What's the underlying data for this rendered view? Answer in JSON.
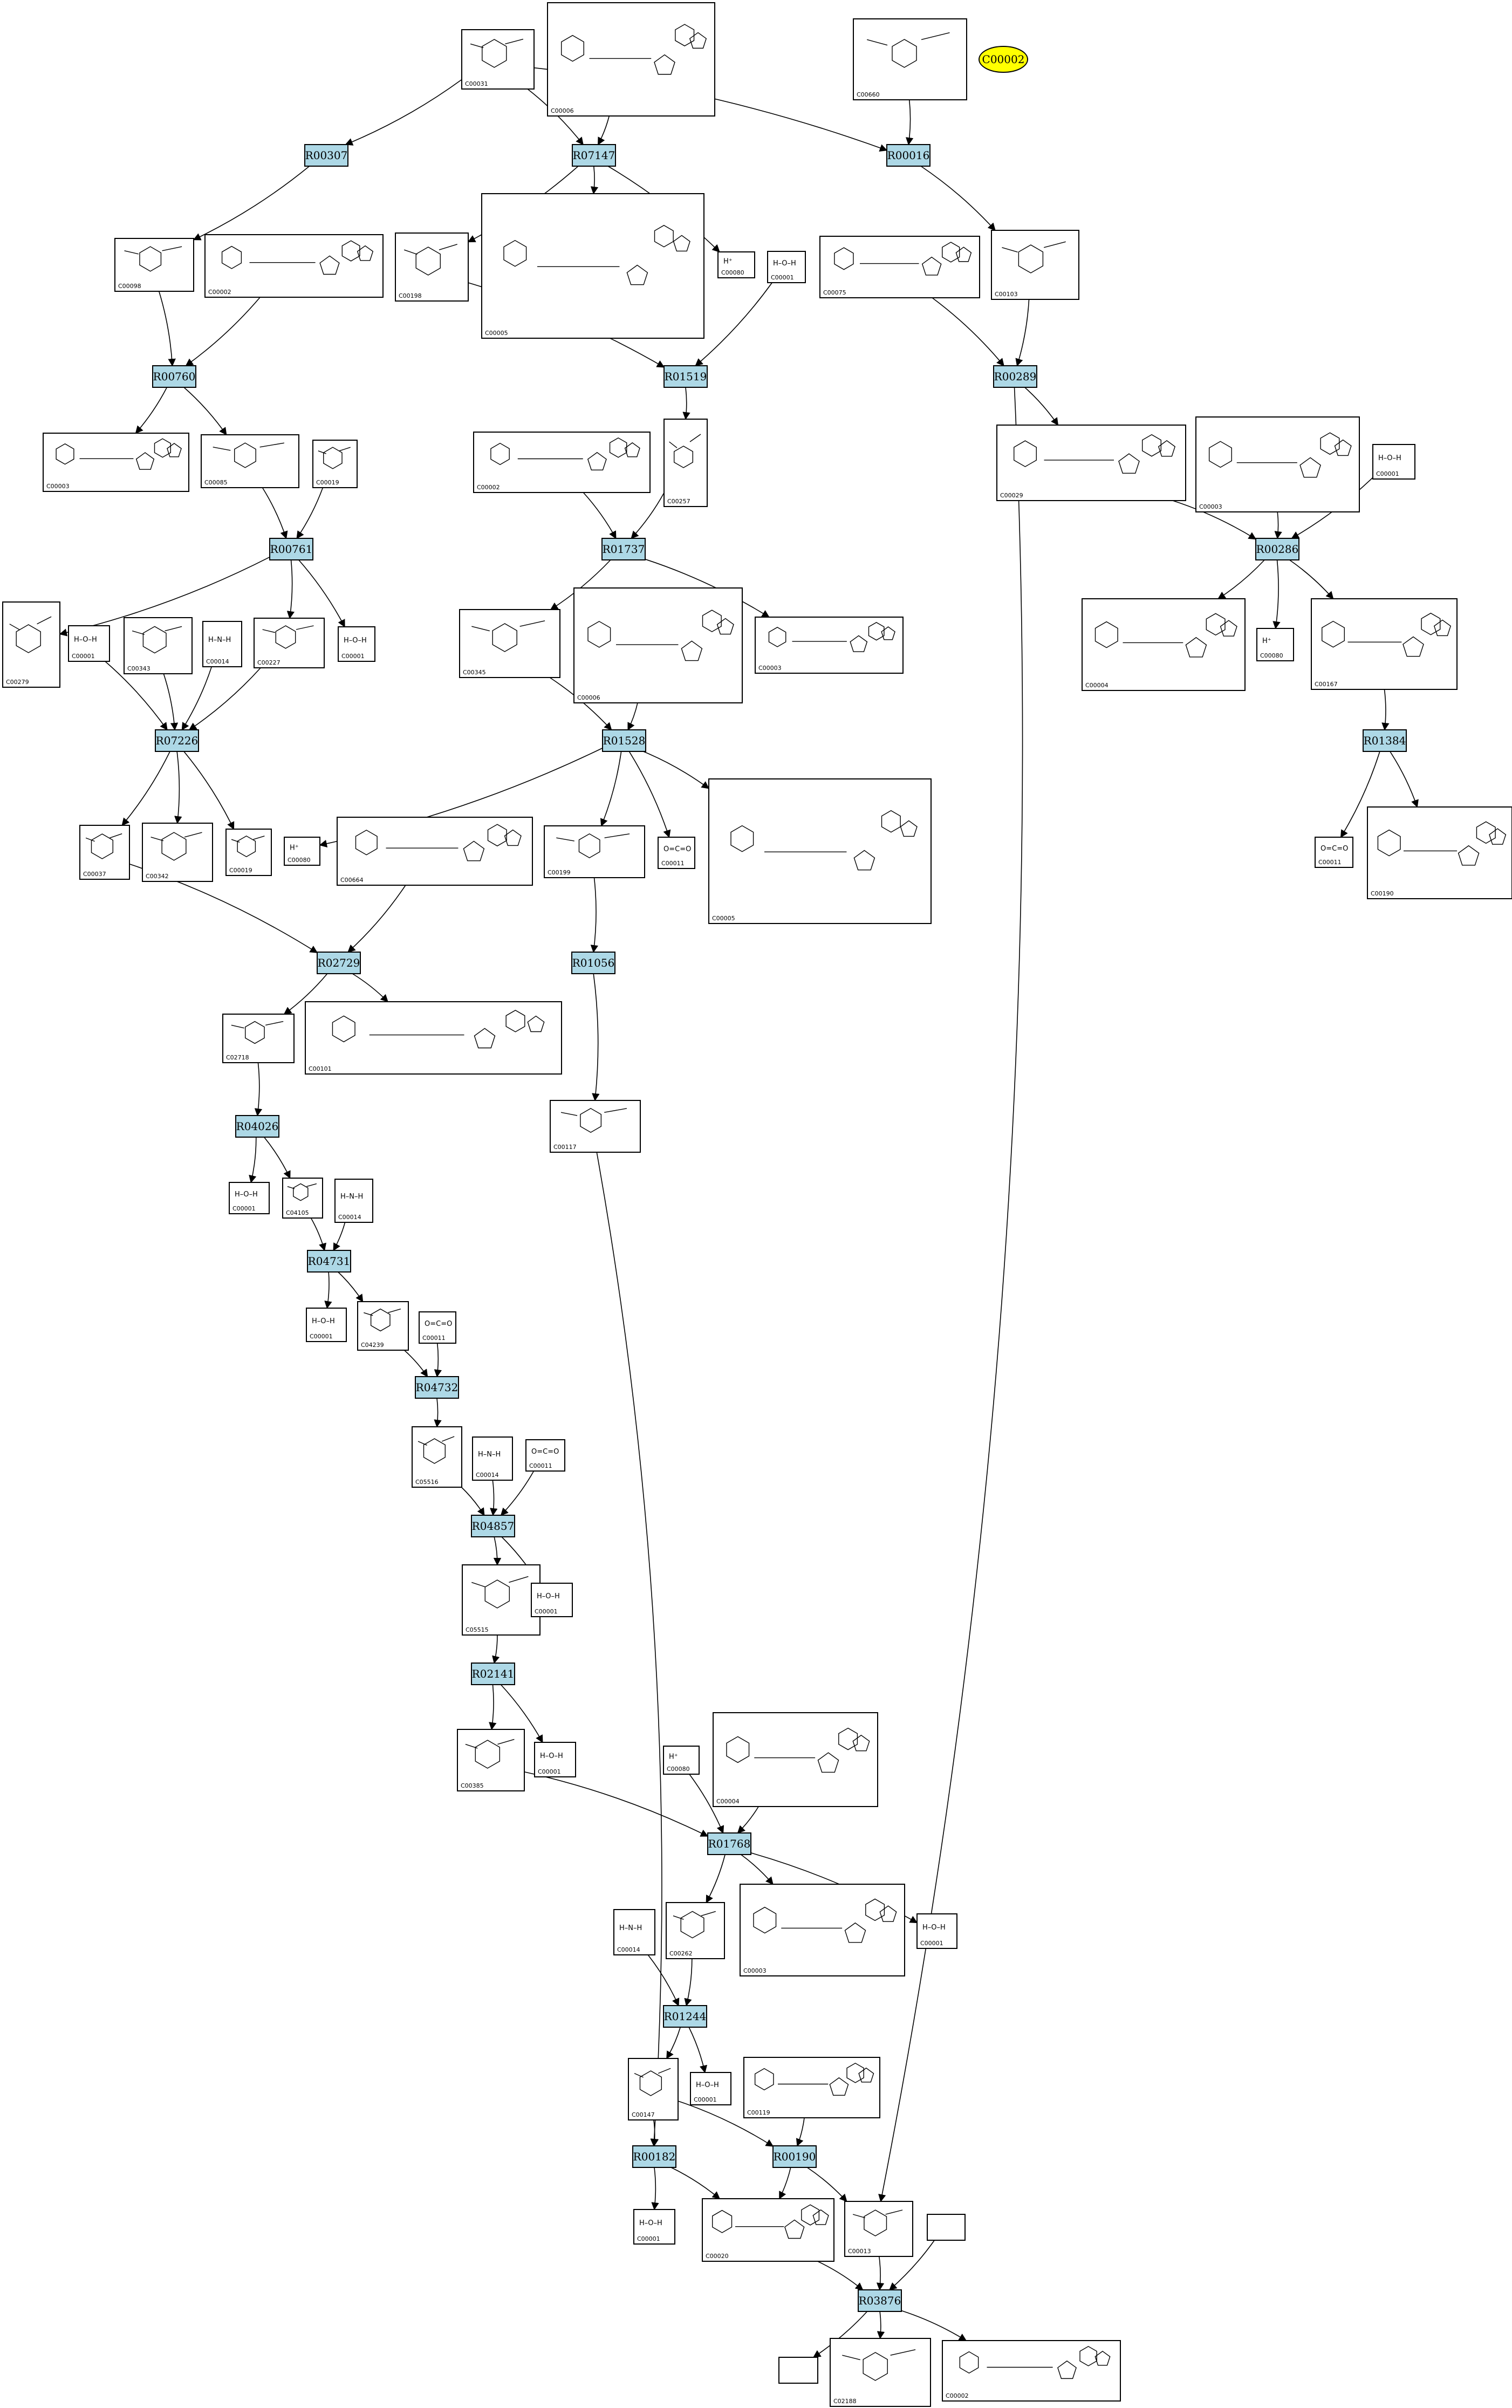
{
  "highlight_compound": "C00002",
  "reactions": {
    "R00307": "R00307",
    "R07147": "R07147",
    "R00016": "R00016",
    "R00760": "R00760",
    "R01519": "R01519",
    "R00289": "R00289",
    "R00761": "R00761",
    "R01737": "R01737",
    "R00286": "R00286",
    "R07226": "R07226",
    "R01528": "R01528",
    "R01384": "R01384",
    "R02729": "R02729",
    "R01056": "R01056",
    "R04026": "R04026",
    "R04731": "R04731",
    "R04732": "R04732",
    "R04857": "R04857",
    "R02141": "R02141",
    "R01768": "R01768",
    "R01244": "R01244",
    "R00182": "R00182",
    "R00190": "R00190",
    "R03876": "R03876"
  },
  "compounds": {
    "c_C00031": "C00031",
    "c_C00006_top": "C00006",
    "c_C00660": "C00660",
    "c_C00098": "C00098",
    "c_C00002_a": "C00002",
    "c_C00198": "C00198",
    "c_C00005_a": "C00005",
    "c_C00080_a": "C00080",
    "c_C00001_a": "C00001",
    "c_C00075": "C00075",
    "c_C00103": "C00103",
    "c_C00003_a": "C00003",
    "c_C00085": "C00085",
    "c_C00019": "C00019",
    "c_C00002_b": "C00002",
    "c_C00257": "C00257",
    "c_C00029": "C00029",
    "c_C00003_b": "C00003",
    "c_C00001_b": "C00001",
    "c_C00279": "C00279",
    "c_C00001_c": "C00001",
    "c_C00343": "C00343",
    "c_C00014_a": "C00014",
    "c_C00227": "C00227",
    "c_C00001_d": "C00001",
    "c_C00345": "C00345",
    "c_C00006_b": "C00006",
    "c_C00003_c": "C00003",
    "c_C00004_a": "C00004",
    "c_C00080_b": "C00080",
    "c_C00167": "C00167",
    "c_C00037": "C00037",
    "c_C00342": "C00342",
    "c_C00019_b": "C00019",
    "c_C00080_c": "C00080",
    "c_C00664": "C00664",
    "c_C00199": "C00199",
    "c_C00011_a": "C00011",
    "c_C00005_b": "C00005",
    "c_C00011_b": "C00011",
    "c_C00190": "C00190",
    "c_C02718": "C02718",
    "c_C00101": "C00101",
    "c_C00117": "C00117",
    "c_C00001_e": "C00001",
    "c_C04105": "C04105",
    "c_C00014_b": "C00014",
    "c_C00001_f": "C00001",
    "c_C04239": "C04239",
    "c_C00011_c": "C00011",
    "c_C05516": "C05516",
    "c_C00014_c": "C00014",
    "c_C00011_d": "C00011",
    "c_C05515": "C05515",
    "c_C00001_g": "C00001",
    "c_C00385": "C00385",
    "c_C00001_h": "C00001",
    "c_C00080_d": "C00080",
    "c_C00004_b": "C00004",
    "c_C00014_d": "C00014",
    "c_C00262": "C00262",
    "c_C00003_d": "C00003",
    "c_C00001_i": "C00001",
    "c_C00147": "C00147",
    "c_C00001_j": "C00001",
    "c_C00119": "C00119",
    "c_C00001_k": "C00001",
    "c_C00020": "C00020",
    "c_C00013": "C00013",
    "c_C02188": "C02188",
    "c_C00002_c": "C00002"
  },
  "formulae": {
    "h_plus": "H⁺",
    "water": "H–O–H",
    "co2": "O=C=O",
    "nh3": "H–N–H"
  }
}
